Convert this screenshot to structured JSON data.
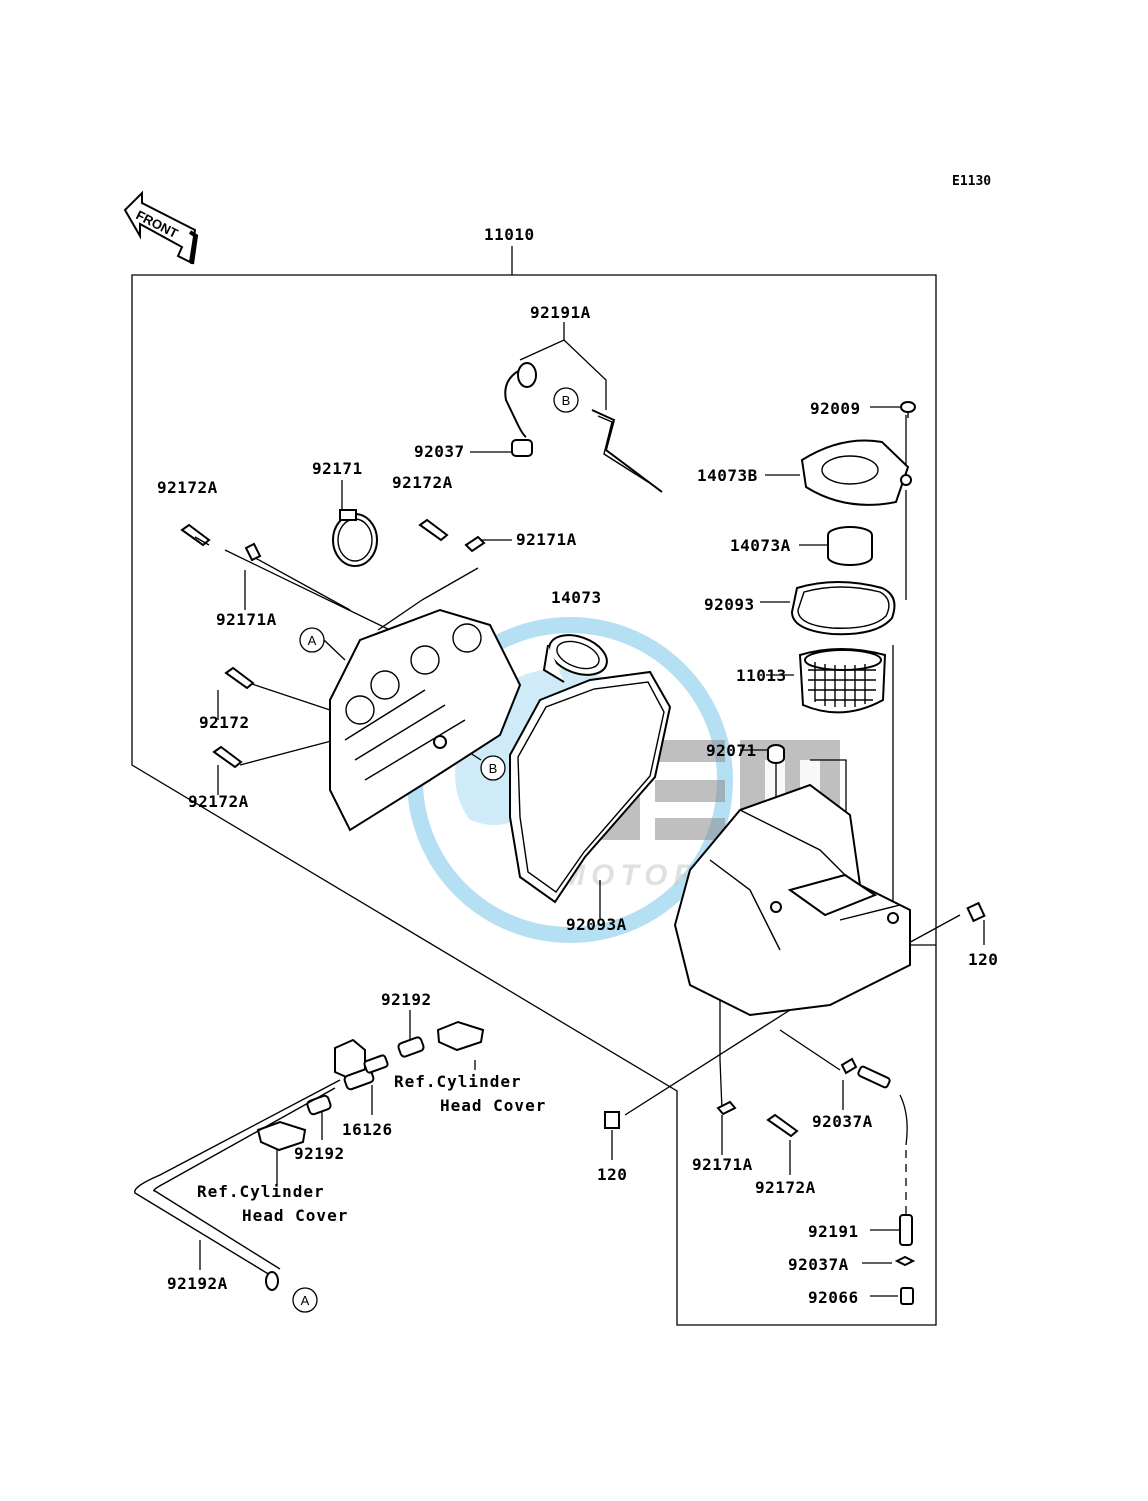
{
  "diagram": {
    "code": "E1130",
    "front_label": "FRONT",
    "watermark": {
      "line1": "OEM",
      "line2": "MOTORPARTS",
      "colors": {
        "globe": "#2aa6e0",
        "letters": "#9a9a9a"
      }
    },
    "parts": {
      "p11010": "11010",
      "p92191A": "92191A",
      "p92009": "92009",
      "p92037": "92037",
      "p14073B": "14073B",
      "p92171": "92171",
      "p92172A_left": "92172A",
      "p92172A_mid": "92172A",
      "p92171A_mid": "92171A",
      "p14073A": "14073A",
      "p92171A_left": "92171A",
      "p14073": "14073",
      "p92093": "92093",
      "p11013": "11013",
      "p92172": "92172",
      "p92071": "92071",
      "p92172A_low": "92172A",
      "p92093A": "92093A",
      "p120_right": "120",
      "p92192_top": "92192",
      "p16126": "16126",
      "p92192_bot": "92192",
      "p120_bot": "120",
      "p92171A_bot": "92171A",
      "p92037A_top": "92037A",
      "p92172A_bot": "92172A",
      "p92191": "92191",
      "p92037A_bot": "92037A",
      "p92066": "92066",
      "p92192A": "92192A"
    },
    "refs": {
      "ref1_line1": "Ref.Cylinder",
      "ref1_line2": "Head Cover",
      "ref2_line1": "Ref.Cylinder",
      "ref2_line2": "Head Cover"
    },
    "markers": {
      "A": "A",
      "B": "B"
    }
  }
}
